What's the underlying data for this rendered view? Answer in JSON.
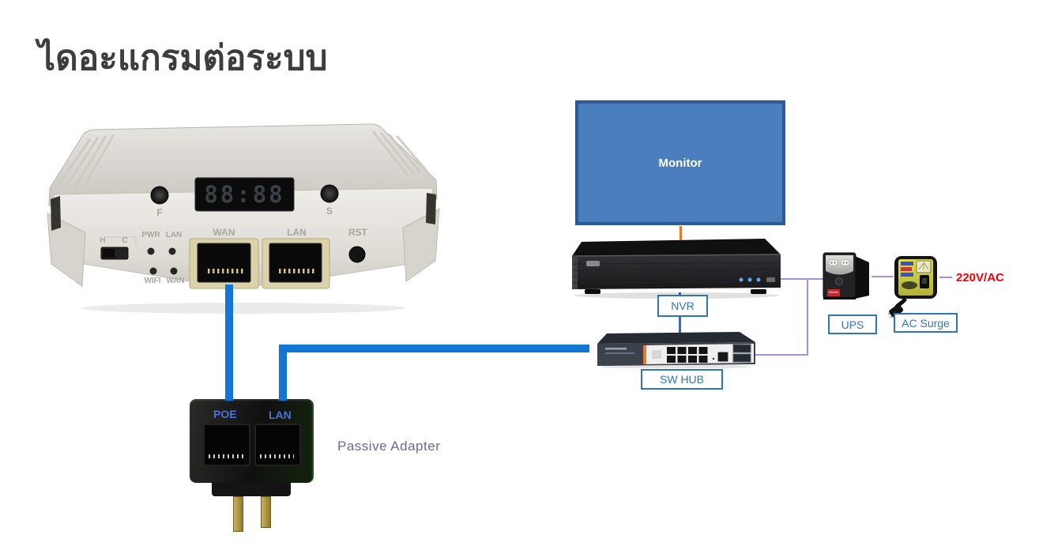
{
  "page": {
    "title": "ไดอะแกรมต่อระบบ"
  },
  "colors": {
    "cable_blue": "#1376d4",
    "thin_connector_blue": "#2473c8",
    "label_box_blue": "#2e75b6",
    "connector_purple": "#a98fd8",
    "connector_orange": "#e87a27",
    "power_red": "#ee0406",
    "monitor_fill": "#4a7ebd",
    "monitor_border": "#2d5a94",
    "adapter_caption_purple": "#6e6795"
  },
  "access_point": {
    "display_value": "88:88",
    "button_left": "F",
    "button_right": "S",
    "switch_left": "H",
    "switch_right": "C",
    "leds_top": [
      "PWR",
      "LAN"
    ],
    "leds_bottom": [
      "WIFI",
      "WAN"
    ],
    "port_left": "WAN",
    "port_right": "LAN",
    "reset_label": "RST"
  },
  "passive_adapter": {
    "port_left": "POE",
    "port_right": "LAN",
    "caption": "Passive Adapter"
  },
  "monitor": {
    "label": "Monitor"
  },
  "nvr": {
    "label": "NVR"
  },
  "sw_hub": {
    "label": "SW HUB"
  },
  "ups": {
    "label": "UPS"
  },
  "ac_surge": {
    "label": "AC Surge"
  },
  "power": {
    "label": "220V/AC"
  }
}
